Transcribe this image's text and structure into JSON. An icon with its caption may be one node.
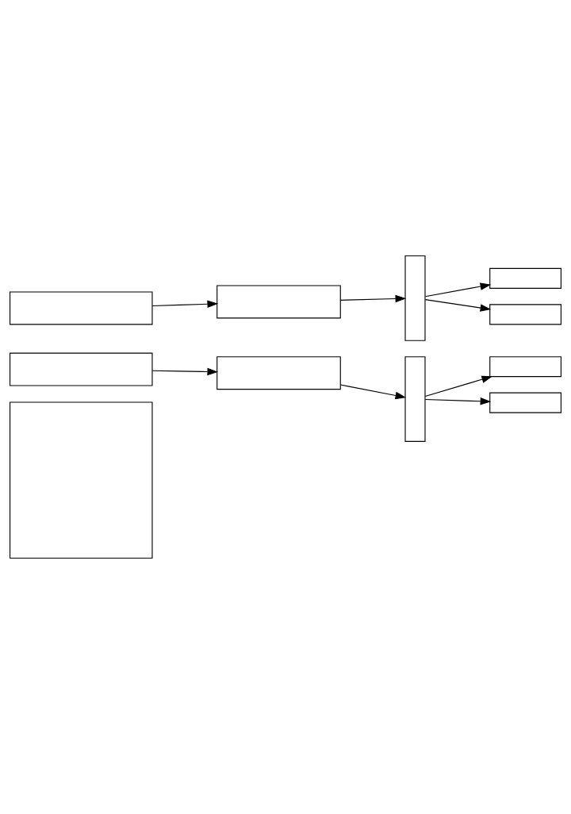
{
  "diagram": {
    "nodes": [
      {
        "text": [],
        "shape": "box"
      },
      {
        "text": [],
        "shape": "box"
      },
      {
        "text": [],
        "shape": "box"
      },
      {
        "text": [],
        "shape": "box"
      },
      {
        "text": [],
        "shape": "box"
      },
      {
        "text": [],
        "shape": "bar"
      },
      {
        "text": [],
        "shape": "bar"
      },
      {
        "text": [],
        "shape": "box"
      },
      {
        "text": [],
        "shape": "box"
      },
      {
        "text": [],
        "shape": "box"
      },
      {
        "text": [],
        "shape": "box"
      }
    ],
    "edges": [
      {
        "from": 0,
        "to": 3,
        "arrow": "to"
      },
      {
        "from": 1,
        "to": 4,
        "arrow": "to"
      },
      {
        "from": 3,
        "to": 5,
        "arrow": "to"
      },
      {
        "from": 4,
        "to": 6,
        "arrow": "to"
      },
      {
        "from": 5,
        "to": 7,
        "arrow": "to"
      },
      {
        "from": 5,
        "to": 8,
        "arrow": "to"
      },
      {
        "from": 6,
        "to": 9,
        "arrow": "to"
      },
      {
        "from": 6,
        "to": 10,
        "arrow": "to"
      }
    ]
  }
}
